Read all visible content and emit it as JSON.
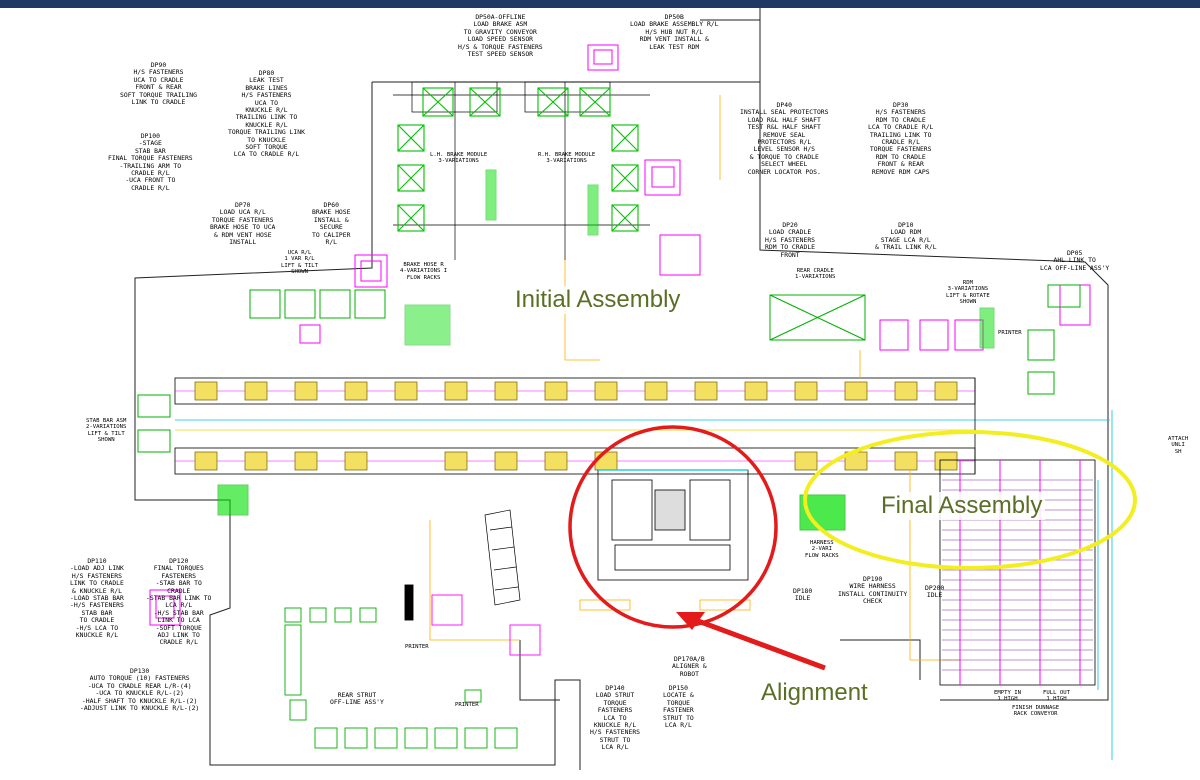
{
  "callouts": {
    "initial_assembly": "Initial Assembly",
    "final_assembly": "Final Assembly",
    "alignment": "Alignment"
  },
  "colors": {
    "header_bar": "#1f3864",
    "red_circle": "#e31b1b",
    "yellow_ellipse": "#f2ee20",
    "callout_text": "#5a6f24",
    "equipment_green": "#00e000",
    "fixture_magenta": "#ff00ff",
    "conveyor_yellow": "#ffd000",
    "conveyor_cyan": "#00c0e0"
  },
  "stations": {
    "dp50a": "DP50A-OFFLINE\nLOAD BRAKE ASM\nTO GRAVITY CONVEYOR\nLOAD SPEED SENSOR\nH/S & TORQUE FASTENERS\nTEST SPEED SENSOR",
    "dp50b": "DP50B\nLOAD BRAKE ASSEMBLY R/L\nH/S HUB NUT R/L\nRDM VENT INSTALL &\nLEAK TEST RDM",
    "dp90": "DP90\nH/S FASTENERS\nUCA TO CRADLE\nFRONT & REAR\nSOFT TORQUE TRAILING\nLINK TO CRADLE",
    "dp80": "DP80\nLEAK TEST\nBRAKE LINES\nH/S FASTENERS\nUCA TO\nKNUCKLE R/L\nTRAILING LINK TO\nKNUCKLE R/L\nTORQUE TRAILING LINK\nTO KNUCKLE\nSOFT TORQUE\nLCA TO CRADLE R/L",
    "dp100": "DP100\n-STAGE\nSTAB BAR\nFINAL TORQUE FASTENERS\n-TRAILING ARM TO\nCRADLE R/L\n-UCA FRONT TO\nCRADLE R/L",
    "dp40": "DP40\nINSTALL SEAL PROTECTORS\nLOAD R&L HALF SHAFT\nTEST R&L HALF SHAFT\nREMOVE SEAL\nPROTECTORS R/L\nLEVEL SENSOR H/S\n& TORQUE TO CRADLE\nSELECT WHEEL\nCORNER LOCATOR POS.",
    "dp30": "DP30\nH/S FASTENERS\nRDM TO CRADLE\nLCA TO CRADLE R/L\nTRAILING LINK TO\nCRADLE R/L\nTORQUE FASTENERS\nRDM TO CRADLE\nFRONT & REAR\nREMOVE RDM CAPS",
    "dp70": "DP70\nLOAD UCA R/L\nTORQUE FASTENERS\nBRAKE HOSE TO UCA\n& RDM VENT HOSE\nINSTALL",
    "dp60": "DP60\nBRAKE HOSE\nINSTALL &\nSECURE\nTO CALIPER\nR/L",
    "dp20": "DP20\nLOAD CRADLE\nH/S FASTENERS\nRDM TO CRADLE\nFRONT",
    "dp10": "DP10\nLOAD RDM\nSTAGE LCA R/L\n& TRAIL LINK R/L",
    "dp05": "DP05\nAHL LINK TO\nLCA OFF-LINE ASS'Y",
    "uca_rl": "UCA R/L\n1 VAR R/L\nLIFT & TILT\nSHOWN",
    "lh_brake": "L.H. BRAKE MODULE\n3-VARIATIONS",
    "rh_brake": "R.H. BRAKE MODULE\n3-VARIATIONS",
    "brake_hose_r": "BRAKE HOSE R\n4-VARIATIONS I\nFLOW RACKS",
    "rear_cradle": "REAR CRADLE\n1-VARIATIONS",
    "rdm_var": "RDM\n3-VARIATIONS\nLIFT & ROTATE\nSHOWN",
    "stab_bar_asm": "STAB BAR ASM\n2-VARIATIONS\nLIFT & TILT\nSHOWN",
    "attach": "ATTACH\nUNLI\nSH",
    "flow_racks": "HARNESS\n2-VARI\nFLOW RACKS",
    "dp110": "DP110\n-LOAD ADJ LINK\nH/S FASTENERS\nLINK TO CRADLE\n& KNUCKLE R/L\n-LOAD STAB BAR\n-H/S FASTENERS\nSTAB BAR\nTO CRADLE\n-H/S LCA TO\nKNUCKLE R/L",
    "dp120": "DP120\nFINAL TORQUES\nFASTENERS\n-STAB BAR TO\nCRADLE\n-STAB BAR LINK TO\nLCA R/L\n-H/S STAB BAR\nLINK TO LCA\n-SOFT TORQUE\nADJ LINK TO\nCRADLE R/L",
    "dp130": "DP130\nAUTO TORQUE (10) FASTENERS\n-UCA TO CRADLE REAR L/R-(4)\n-UCA TO KNUCKLE R/L-(2)\n-HALF SHAFT TO KNUCKLE R/L-(2)\n-ADJUST LINK TO KNUCKLE R/L-(2)",
    "rear_strut": "REAR STRUT\nOFF-LINE ASS'Y",
    "dp140": "DP140\nLOAD STRUT\nTORQUE\nFASTENERS\nLCA TO\nKNUCKLE R/L\nH/S FASTENERS\nSTRUT TO\nLCA R/L",
    "dp150": "DP150\nLOCATE &\nTORQUE\nFASTENER\nSTRUT TO\nLCA R/L",
    "dp170": "DP170A/B\nALIGNER &\nROBOT",
    "dp180": "DP180\nIDLE",
    "dp190": "DP190\nWIRE HARNESS\nINSTALL CONTINUITY\nCHECK",
    "dp200": "DP200\nIDLE",
    "empty_in": "EMPTY IN\n1 HIGH",
    "full_out": "FULL OUT\n1 HIGH",
    "finish_dunnage": "FINISH DUNNAGE\nRACK CONVEYOR",
    "printer_1": "PRINTER",
    "printer_2": "PRINTER",
    "printer_3": "PRINTER"
  }
}
